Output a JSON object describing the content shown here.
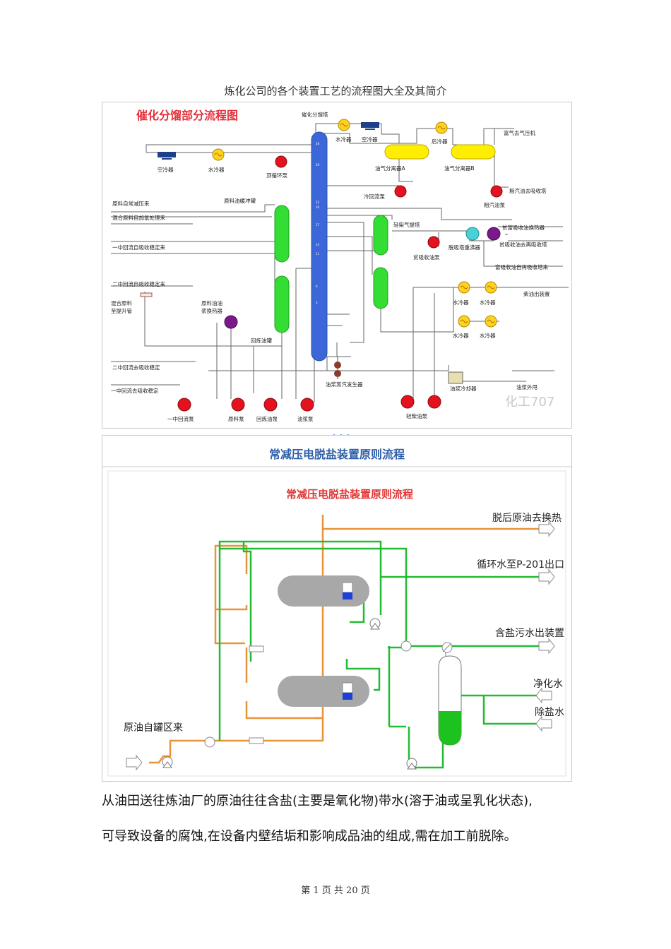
{
  "document": {
    "title": "炼化公司的各个装置工艺的流程图大全及其简介",
    "paragraph_1": "从油田送往炼油厂的原油往往含盐(主要是氧化物)带水(溶于油或呈乳化状态),",
    "paragraph_2": "可导致设备的腐蚀,在设备内壁结垢和影响成品油的组成,需在加工前脱除。",
    "footer": "第 1 页 共 20 页"
  },
  "figure1": {
    "title": "催化分馏部分流程图",
    "watermark": "化工707",
    "labels": {
      "main_tower": "催化分馏塔",
      "water_cooler_top": "水冷器",
      "air_cooler_top": "空冷器",
      "after_cooler": "后冷器",
      "rich_gas": "富气去气压机",
      "air_cooler_left": "空冷器",
      "water_cooler_left": "水冷器",
      "top_pump": "顶循环泵",
      "sep_a": "油气分离器A",
      "sep_b": "油气分离器B",
      "cold_reflux_pump": "冷回流泵",
      "crude_gasoline_out": "粗汽油去吸收塔",
      "crude_gasoline_pump": "粗汽油泵",
      "feed_from_atm": "原料自常减压来",
      "feed_from_hydro": "混合原料自加氢处理来",
      "feed_buffer": "原料油缓冲罐",
      "reflux1_in": "一中回流自吸收稳定来",
      "reflux2_in": "二中回流自吸收稳定来",
      "light_diesel_stripper": "轻柴气提塔",
      "lean_rich_exchanger": "贫富吸收油换热器",
      "reboiler": "脱吸塔重沸器",
      "lean_oil_out": "贫吸收油去再吸收塔",
      "lean_oil_pump": "贫吸收油泵",
      "rich_oil_in": "富吸收油自再吸收塔来",
      "mixed_feed_riser": "混合原料 至提升管",
      "feed_slurry_exchanger": "原料油油 浆换热器",
      "diesel_out": "柴油出装置",
      "wc1": "水冷器",
      "wc2": "水冷器",
      "wc3": "水冷器",
      "wc4": "水冷器",
      "recycle_tank": "回炼油罐",
      "reflux2_out": "二中回流去吸收稳定",
      "reflux1_out": "一中回流去吸收稳定",
      "slurry_steam_gen": "油浆蒸汽发生器",
      "slurry_cooler": "油浆冷却器",
      "slurry_out": "油浆外甩",
      "pump_reflux1": "一中回流泵",
      "pump_feed": "原料泵",
      "pump_recycle": "回炼油泵",
      "pump_slurry": "油浆泵",
      "pump_light_diesel": "轻柴油泵"
    }
  },
  "figure2": {
    "outer_title": "常减压电脱盐装置原则流程",
    "inner_title": "常减压电脱盐装置原则流程",
    "labels": {
      "desalted_crude": "脱后原油去换热",
      "circulating_water": "循环水至P-201出口",
      "salty_water": "含盐污水出装置",
      "purified_water": "净化水",
      "desalted_water": "除盐水",
      "crude_from_tank": "原油自罐区来"
    },
    "colors": {
      "oil": "#e8953a",
      "water": "#22bb33",
      "vessel": "#a8a8a8",
      "title": "#e03535",
      "outer_title": "#2d5fa8"
    }
  }
}
